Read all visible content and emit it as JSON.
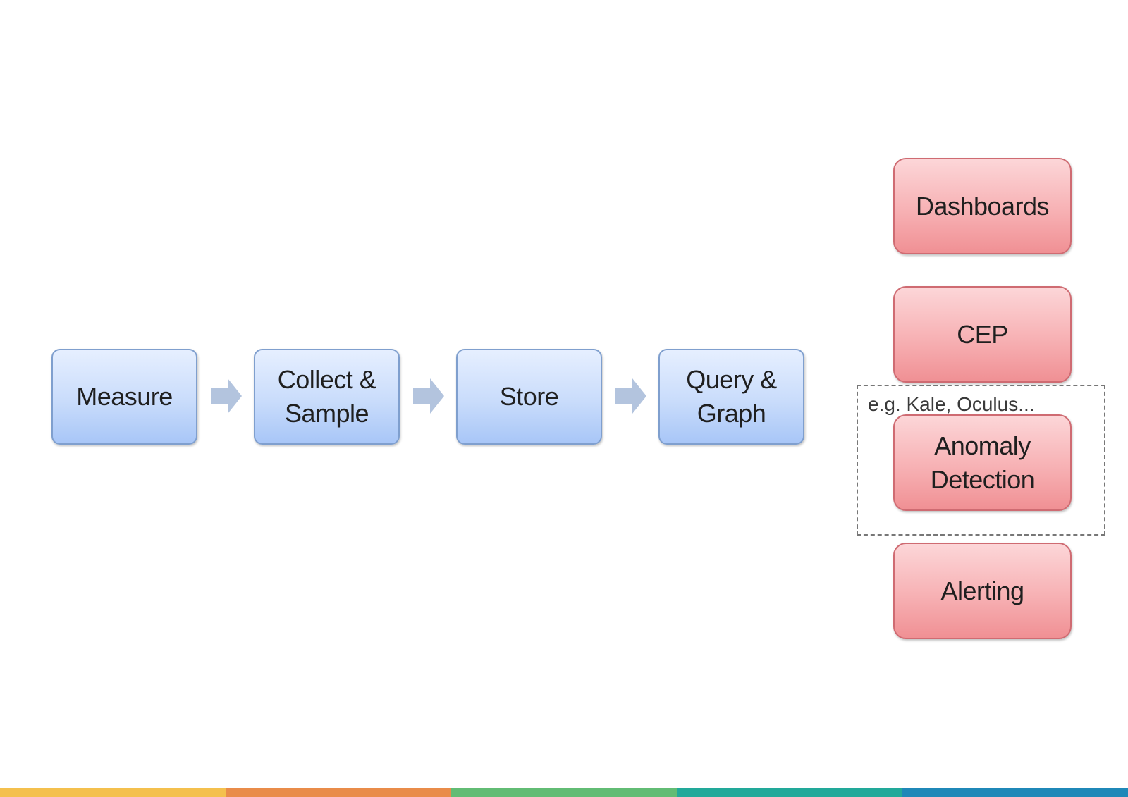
{
  "pipeline": {
    "steps": [
      {
        "label": "Measure"
      },
      {
        "label": "Collect &\nSample"
      },
      {
        "label": "Store"
      },
      {
        "label": "Query &\nGraph"
      }
    ]
  },
  "consumers": {
    "items": [
      {
        "label": "Dashboards"
      },
      {
        "label": "CEP"
      },
      {
        "label": "Anomaly\nDetection"
      },
      {
        "label": "Alerting"
      }
    ],
    "group_note": "e.g. Kale, Oculus..."
  },
  "colors": {
    "pipeline_fill": "#c9dcfb",
    "pipeline_border": "#7f9fce",
    "consumer_fill": "#f7b1b4",
    "consumer_border": "#cf6b72",
    "arrow": "#b3c4de",
    "footer_stripes": [
      "#f4c04e",
      "#e98c4a",
      "#62bc74",
      "#22a99a",
      "#1f88b8"
    ]
  },
  "icons": {
    "step_arrow": "right-arrow-icon"
  }
}
